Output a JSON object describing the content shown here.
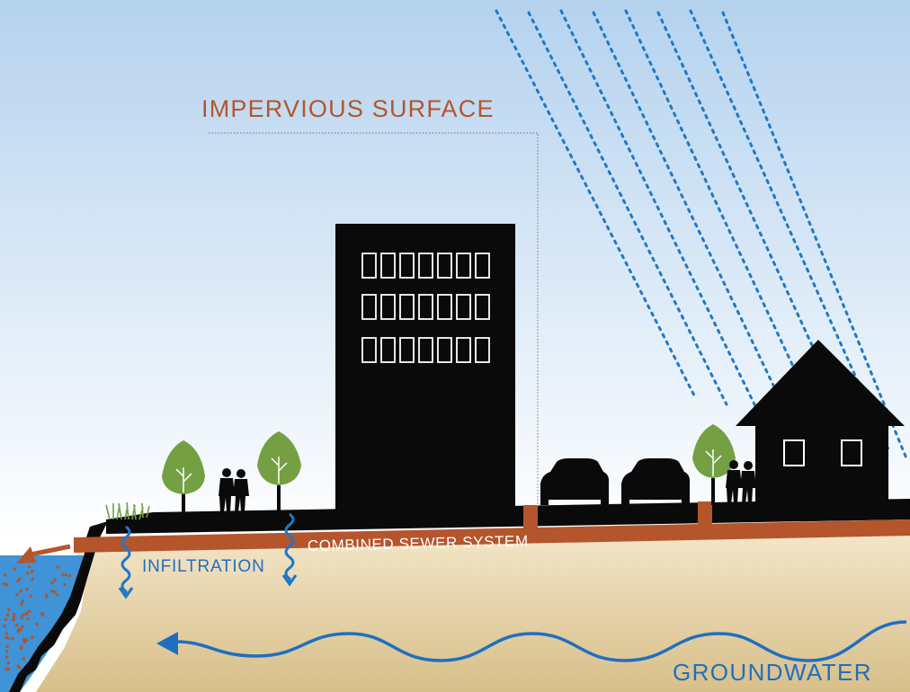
{
  "labels": {
    "impervious_surface": "IMPERVIOUS SURFACE",
    "combined_sewer_system": "COMBINED SEWER SYSTEM",
    "infiltration": "INFILTRATION",
    "groundwater": "GROUNDWATER"
  },
  "colors": {
    "sky_top": "#b4d2ee",
    "sky_bottom": "#ffffff",
    "soil_top": "#f3e6c9",
    "soil_bottom": "#d8bf8a",
    "pavement": "#0a0a0a",
    "sewer_pipe": "#b4552c",
    "rain": "#1f78c8",
    "water": "#3f93d6",
    "groundwater": "#1f6fc0",
    "tree_canopy": "#74a043",
    "label_brown": "#b4552c",
    "label_blue": "#1f6fc0"
  },
  "icons": {
    "building": "office-building-icon",
    "house": "house-icon",
    "car": "car-icon",
    "tree": "tree-icon",
    "people": "people-icon",
    "rain": "rain-streaks",
    "grass": "grass-icon"
  }
}
